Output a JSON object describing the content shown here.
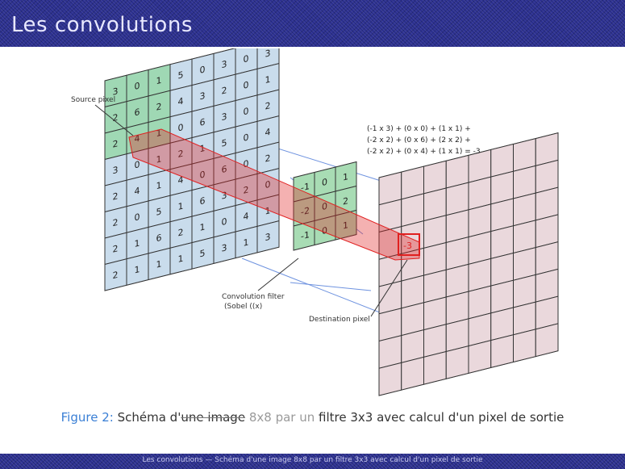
{
  "slide": {
    "title": "Les convolutions"
  },
  "figure": {
    "label_source": "Source pixel",
    "label_filter_line1": "Convolution filter",
    "label_filter_line2": "(Sobel ((x)",
    "label_destination": "Destination pixel",
    "formula": [
      "(-1 x 3) + (0 x 0) + (1 x 1) +",
      "(-2 x 2) + (0 x 6) + (2 x 2) +",
      "(-2 x 2) + (0 x 4) + (1 x 1) = -3"
    ],
    "source_grid": [
      [
        "3",
        "0",
        "1",
        "5",
        "0",
        "3",
        "0",
        "3"
      ],
      [
        "2",
        "6",
        "2",
        "4",
        "3",
        "2",
        "0",
        "1"
      ],
      [
        "2",
        "4",
        "1",
        "0",
        "6",
        "3",
        "0",
        "2"
      ],
      [
        "3",
        "0",
        "1",
        "2",
        "1",
        "5",
        "0",
        "4"
      ],
      [
        "2",
        "4",
        "1",
        "4",
        "0",
        "6",
        "0",
        "2"
      ],
      [
        "2",
        "0",
        "5",
        "1",
        "6",
        "3",
        "2",
        "0"
      ],
      [
        "2",
        "1",
        "6",
        "2",
        "1",
        "0",
        "4",
        "1"
      ],
      [
        "2",
        "1",
        "1",
        "1",
        "5",
        "3",
        "1",
        "3"
      ]
    ],
    "filter_grid": [
      [
        "-1",
        "0",
        "1"
      ],
      [
        "-2",
        "0",
        "2"
      ],
      [
        "-1",
        "0",
        "1"
      ]
    ],
    "destination_value": "-3",
    "colors": {
      "source_fill": "#c9dcec",
      "highlight_fill": "#9fd8b4",
      "filter_fill": "#a8dcb4",
      "dest_fill": "#ead8dc",
      "red": "#e02020",
      "blue_line": "#4a78d8"
    }
  },
  "caption": {
    "fig_label": "Figure 2:",
    "text_before": "Schéma d'",
    "struck_text": "une image",
    "faded_text": "8x8 par un",
    "text_after": "filtre 3x3 avec calcul d'un pixel de sortie"
  },
  "footer": {
    "text": "Les convolutions — Schéma d'une image 8x8 par un filtre 3x3 avec calcul d'un pixel de sortie"
  }
}
